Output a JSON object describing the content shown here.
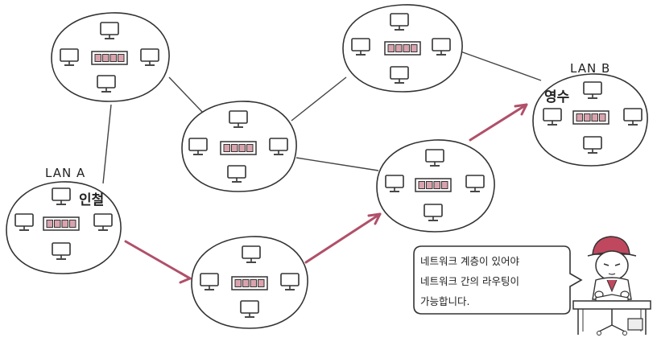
{
  "labels": {
    "lan_a": "LAN A",
    "lan_b": "LAN B",
    "user_a": "인철",
    "user_b": "영수"
  },
  "speech": {
    "lines": [
      "네트워크 계층이 있어야",
      "네트워크 간의 라우팅이",
      "가능합니다."
    ]
  },
  "colors": {
    "outline": "#333333",
    "route": "#b0506a",
    "switch_port": "#d9a3ad",
    "character_hat": "#c0485e"
  }
}
